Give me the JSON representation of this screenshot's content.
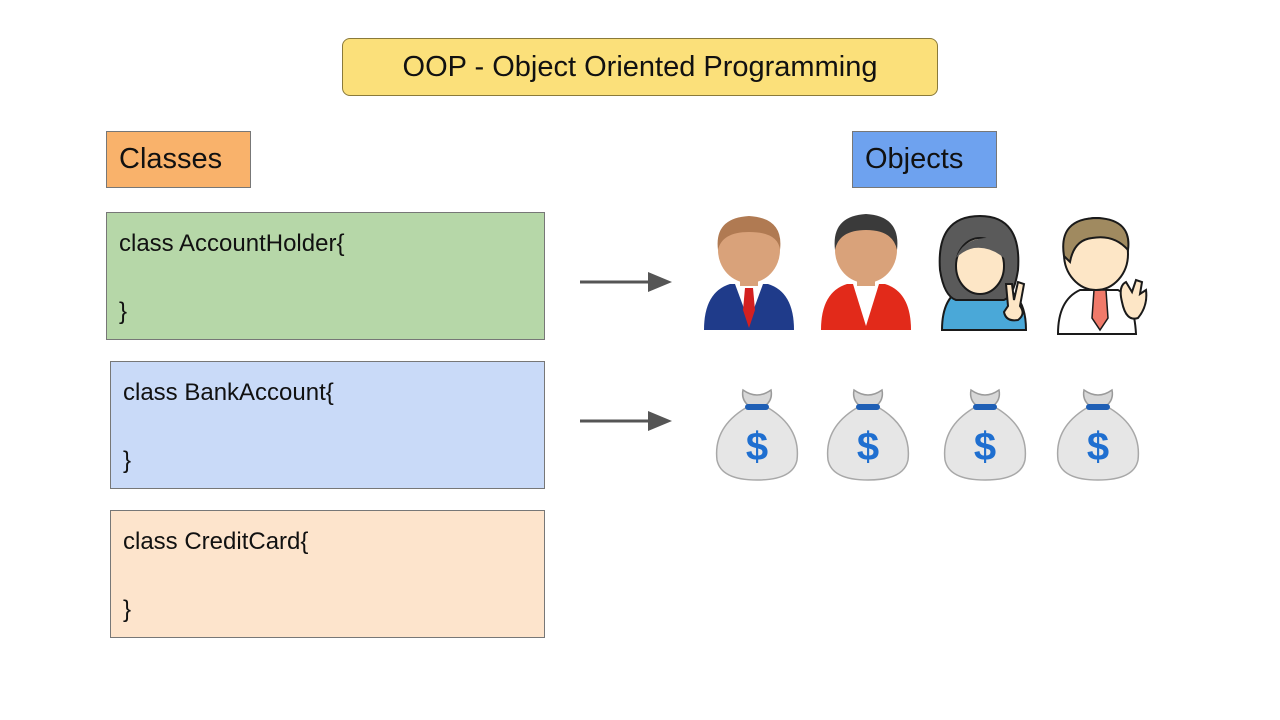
{
  "title": "OOP - Object Oriented Programming",
  "labels": {
    "classes": "Classes",
    "objects": "Objects"
  },
  "classes": [
    {
      "header": "class AccountHolder{",
      "close": "}"
    },
    {
      "header": "class BankAccount{",
      "close": "}"
    },
    {
      "header": "class CreditCard{",
      "close": "}"
    }
  ],
  "objects": {
    "account_holders": [
      "man-navy-suit-icon",
      "man-red-jacket-icon",
      "woman-peace-sign-icon",
      "man-waving-icon"
    ],
    "bank_accounts": [
      "money-bag-icon",
      "money-bag-icon",
      "money-bag-icon",
      "money-bag-icon"
    ],
    "money_symbol": "$"
  },
  "colors": {
    "title_bg": "#fbe07a",
    "classes_label_bg": "#f9b26b",
    "objects_label_bg": "#6ea2ef",
    "account_holder_bg": "#b6d7a8",
    "bank_account_bg": "#c9daf8",
    "credit_card_bg": "#fde4cc"
  }
}
